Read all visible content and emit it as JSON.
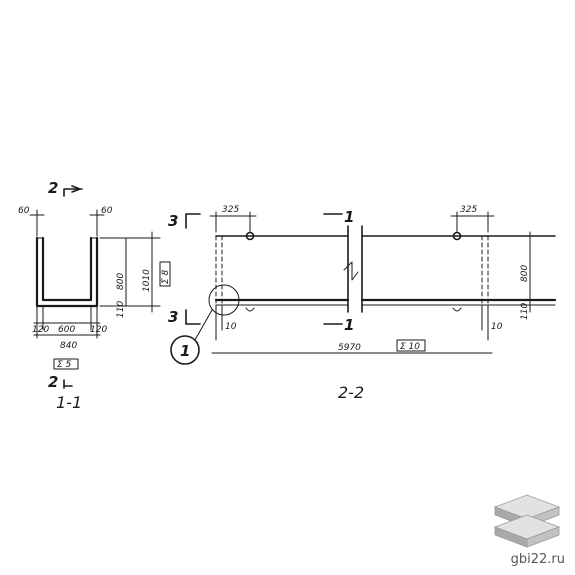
{
  "section_1": {
    "caption": "1-1",
    "cut_mark_top": "2",
    "cut_mark_bottom": "2",
    "dims": {
      "left_wall_top": "60",
      "right_wall_top": "60",
      "inner_height": "800",
      "total_height": "1010",
      "wall_left": "120",
      "span_inner": "600",
      "wall_right": "120",
      "total_width": "840",
      "base_right": "110"
    },
    "box_label_right": "Σ 8",
    "box_label_bottom": "Σ 5"
  },
  "section_2": {
    "caption": "2-2",
    "cut_mark_top": "3",
    "cut_mark_bottom": "3",
    "cut_1_top": "1",
    "cut_1_bottom": "1",
    "dims": {
      "left_offset": "325",
      "right_offset": "325",
      "height_right": "800",
      "base_right": "110",
      "left_small": "10",
      "right_small": "10",
      "length": "5970"
    },
    "box_label_length": "Σ 10",
    "callout": "1"
  },
  "watermark": {
    "text": "gbi22.ru",
    "icon": "stacked-slabs-icon"
  }
}
